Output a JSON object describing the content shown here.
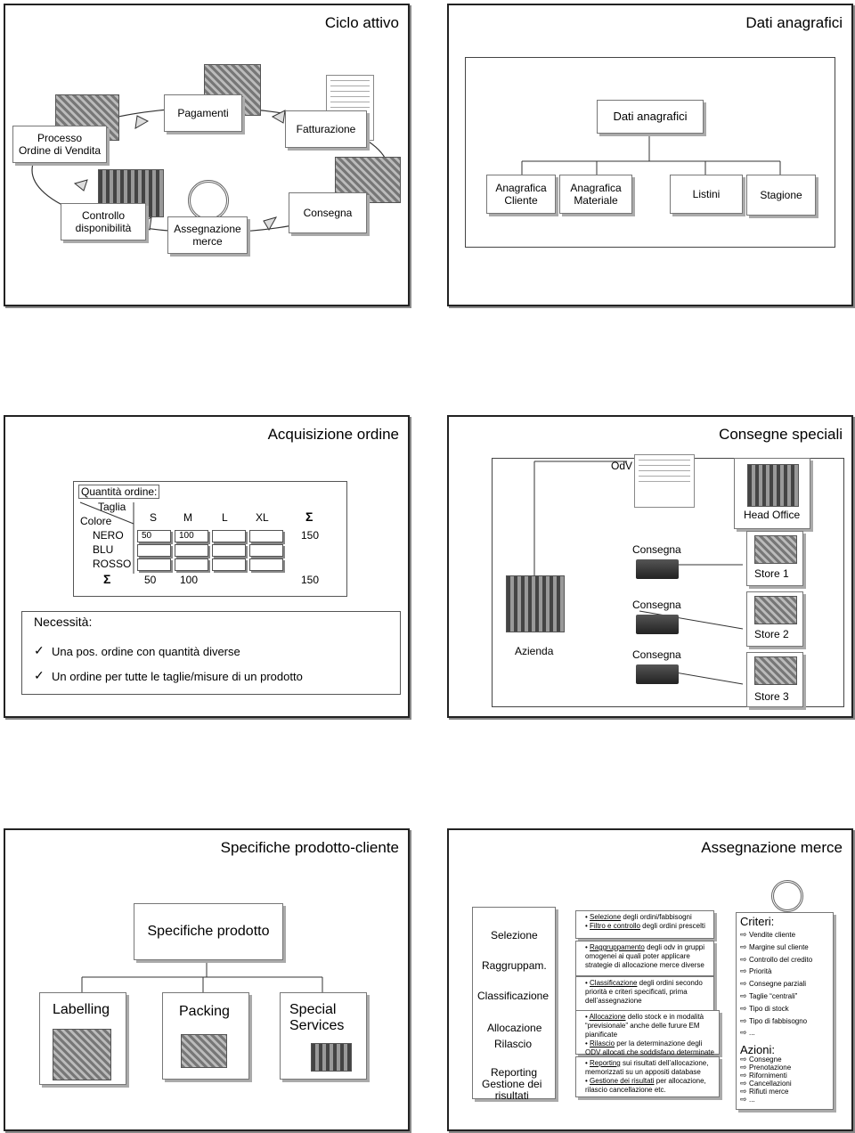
{
  "slide1": {
    "title": "Ciclo attivo",
    "boxes": {
      "processo": "Processo\nOrdine di Vendita",
      "pagamenti": "Pagamenti",
      "fatturazione": "Fatturazione",
      "controllo": "Controllo\ndisponibilità",
      "assegnazione": "Assegnazione\nmerce",
      "consegna": "Consegna"
    }
  },
  "slide2": {
    "title": "Dati anagrafici",
    "subtitle": "Dati anagrafici",
    "items": [
      "Anagrafica\nCliente",
      "Anagrafica\nMateriale",
      "Listini",
      "Stagione"
    ]
  },
  "slide3": {
    "title": "Acquisizione ordine",
    "qty_label": "Quantità ordine:",
    "taglia": "Taglia",
    "colore": "Colore",
    "sizes": [
      "S",
      "M",
      "L",
      "XL"
    ],
    "sigma": "Σ",
    "colors": [
      "NERO",
      "BLU",
      "ROSSO"
    ],
    "nero_values": [
      "50",
      "100",
      "",
      ""
    ],
    "nero_total": "150",
    "sum_values": [
      "50",
      "100",
      "",
      ""
    ],
    "sum_total": "150",
    "necessita": "Necessità:",
    "checks": [
      "Una pos. ordine con quantità diverse",
      "Un ordine per tutte le taglie/misure di un prodotto"
    ],
    "check_mark": "✓"
  },
  "slide4": {
    "title": "Consegne speciali",
    "odv": "OdV",
    "azienda": "Azienda",
    "consegna": [
      "Consegna",
      "Consegna",
      "Consegna"
    ],
    "stores": [
      "Head Office",
      "Store 1",
      "Store 2",
      "Store 3"
    ]
  },
  "slide5": {
    "title": "Specifiche prodotto-cliente",
    "root": "Specifiche prodotto",
    "children": [
      "Labelling",
      "Packing",
      "Special\nServices"
    ]
  },
  "slide6": {
    "title": "Assegnazione merce",
    "steps": [
      "Selezione",
      "Raggruppam.",
      "Classificazione",
      "Allocazione",
      "Rilascio",
      "Reporting",
      "Gestione dei\nrisultati"
    ],
    "criteri_title": "Criteri:",
    "criteri": [
      "Vendite cliente",
      "Margine sul cliente",
      "Controllo del credito",
      "Priorità",
      "Consegne parziali",
      "Taglie “centrali”",
      "Tipo di stock",
      "Tipo di fabbisogno",
      "..."
    ],
    "azioni_title": "Azioni:",
    "azioni": [
      "Consegne",
      "Prenotazione",
      "Rifornimenti",
      "Cancellazioni",
      "Rifiuti merce",
      "..."
    ],
    "d1a_u": "Selezione",
    "d1a": " degli ordini/fabbisogni",
    "d1b_u": "Filtro e controllo",
    "d1b": " degli ordini prescelti",
    "d2_u": "Raggruppamento",
    "d2": " degli odv in gruppi omogenei ai quali poter applicare strategie di allocazione merce diverse",
    "d3_u": "Classificazione",
    "d3": " degli ordini secondo priorità e criteri specificati, prima dell’assegnazione",
    "d4a_u": "Allocazione",
    "d4a": " dello stock e in modalità “previsionale” anche delle furure EM pianificate",
    "d4b_u": "Rilascio",
    "d4b": " per la determinazione degli ODV allocati che soddisfano determinate regole",
    "d5a_u": "Reporting",
    "d5a": " sui risultati dell’allocazione, memorizzati su un appositi database",
    "d5b_u": "Gestione dei risultati",
    "d5b": " per allocazione, rilascio cancellazione etc."
  }
}
